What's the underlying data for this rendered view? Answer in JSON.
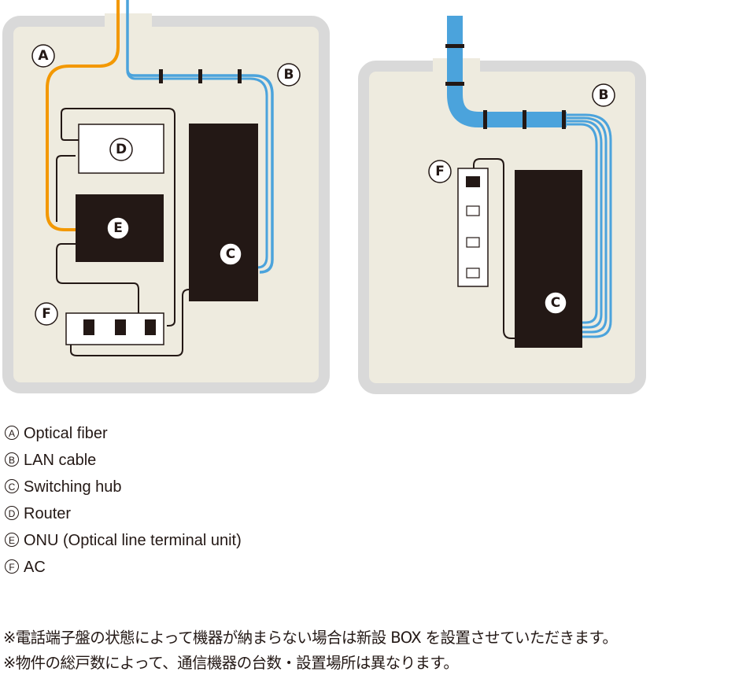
{
  "labels": {
    "a": "A",
    "b": "B",
    "c": "C",
    "d": "D",
    "e": "E",
    "f": "F"
  },
  "legend": [
    {
      "mark": "A",
      "text": "Optical fiber"
    },
    {
      "mark": "B",
      "text": "LAN cable"
    },
    {
      "mark": "C",
      "text": "Switching hub"
    },
    {
      "mark": "D",
      "text": "Router"
    },
    {
      "mark": "E",
      "text": "ONU (Optical line terminal unit)"
    },
    {
      "mark": "F",
      "text": "AC"
    }
  ],
  "notes": [
    "※電話端子盤の状態によって機器が納まらない場合は新設 BOX を設置させていただきます。",
    "※物件の総戸数によって、通信機器の台数・設置場所は異なります。"
  ],
  "colors": {
    "box_frame": "#d9d9d9",
    "box_fill": "#eeebdf",
    "device_dark": "#231815",
    "fiber": "#f39800",
    "lan": "#4ba3dc"
  }
}
